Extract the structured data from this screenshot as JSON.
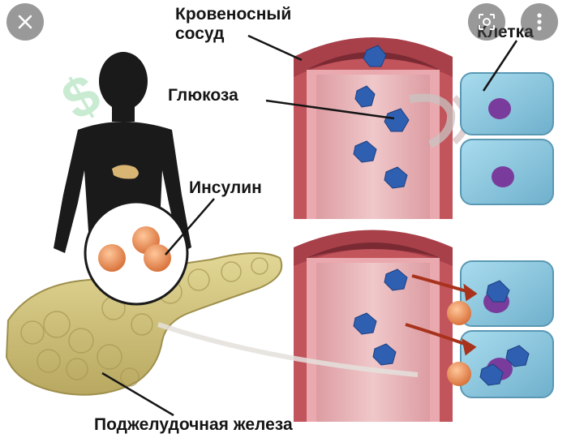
{
  "viewer": {
    "close_icon": "close-icon",
    "lens_icon": "lens-search-icon",
    "menu_icon": "more-vert-icon"
  },
  "diagram": {
    "labels": {
      "vessel": "Кровеносный сосуд",
      "glucose": "Глюкоза",
      "insulin": "Инсулин",
      "cell": "Клетка",
      "pancreas": "Поджелудочная железа"
    }
  },
  "colors": {
    "vessel_wall": "#c2545c",
    "vessel_lumen": "#e6b2b6",
    "cell": "#8cc6dc",
    "nucleus": "#7a3c9c",
    "glucose": "#2f5fb0",
    "insulin": "#e8925a",
    "pancreas": "#cfc27e"
  }
}
